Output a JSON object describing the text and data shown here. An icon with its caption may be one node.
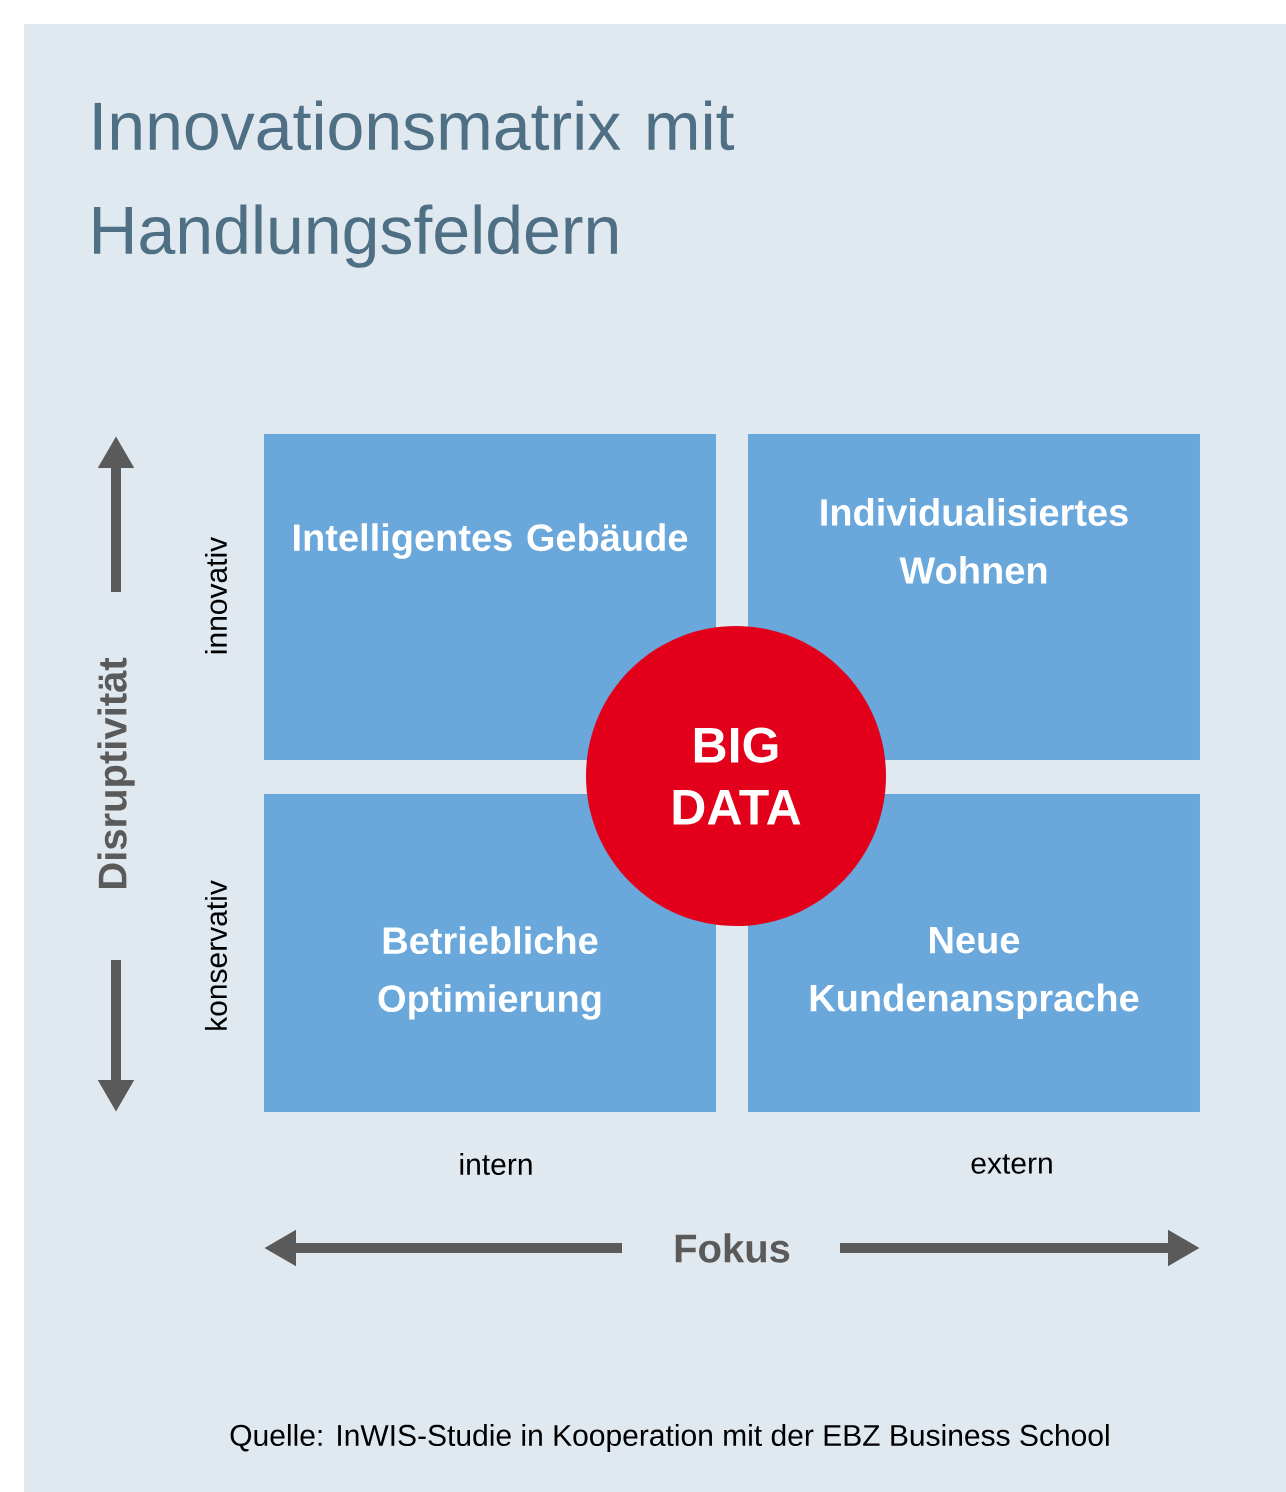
{
  "diagram": {
    "title": "Innovationsmatrix mit Handlungsfeldern",
    "caption": "Quelle: InWIS-Studie in Kooperation mit der EBZ Business School",
    "nodes": [
      {
        "text": [
          "Intelligentes Gebäude"
        ]
      },
      {
        "text": [
          "Individualisiertes Wohnen"
        ]
      },
      {
        "text": [
          "Betriebliche Optimierung"
        ]
      },
      {
        "text": [
          "Neue Kundenansprache"
        ]
      },
      {
        "text": [
          "BIG DATA"
        ]
      }
    ],
    "labels": [
      "Disruptivität",
      "innovativ",
      "konservativ",
      "intern",
      "extern",
      "Fokus"
    ]
  }
}
